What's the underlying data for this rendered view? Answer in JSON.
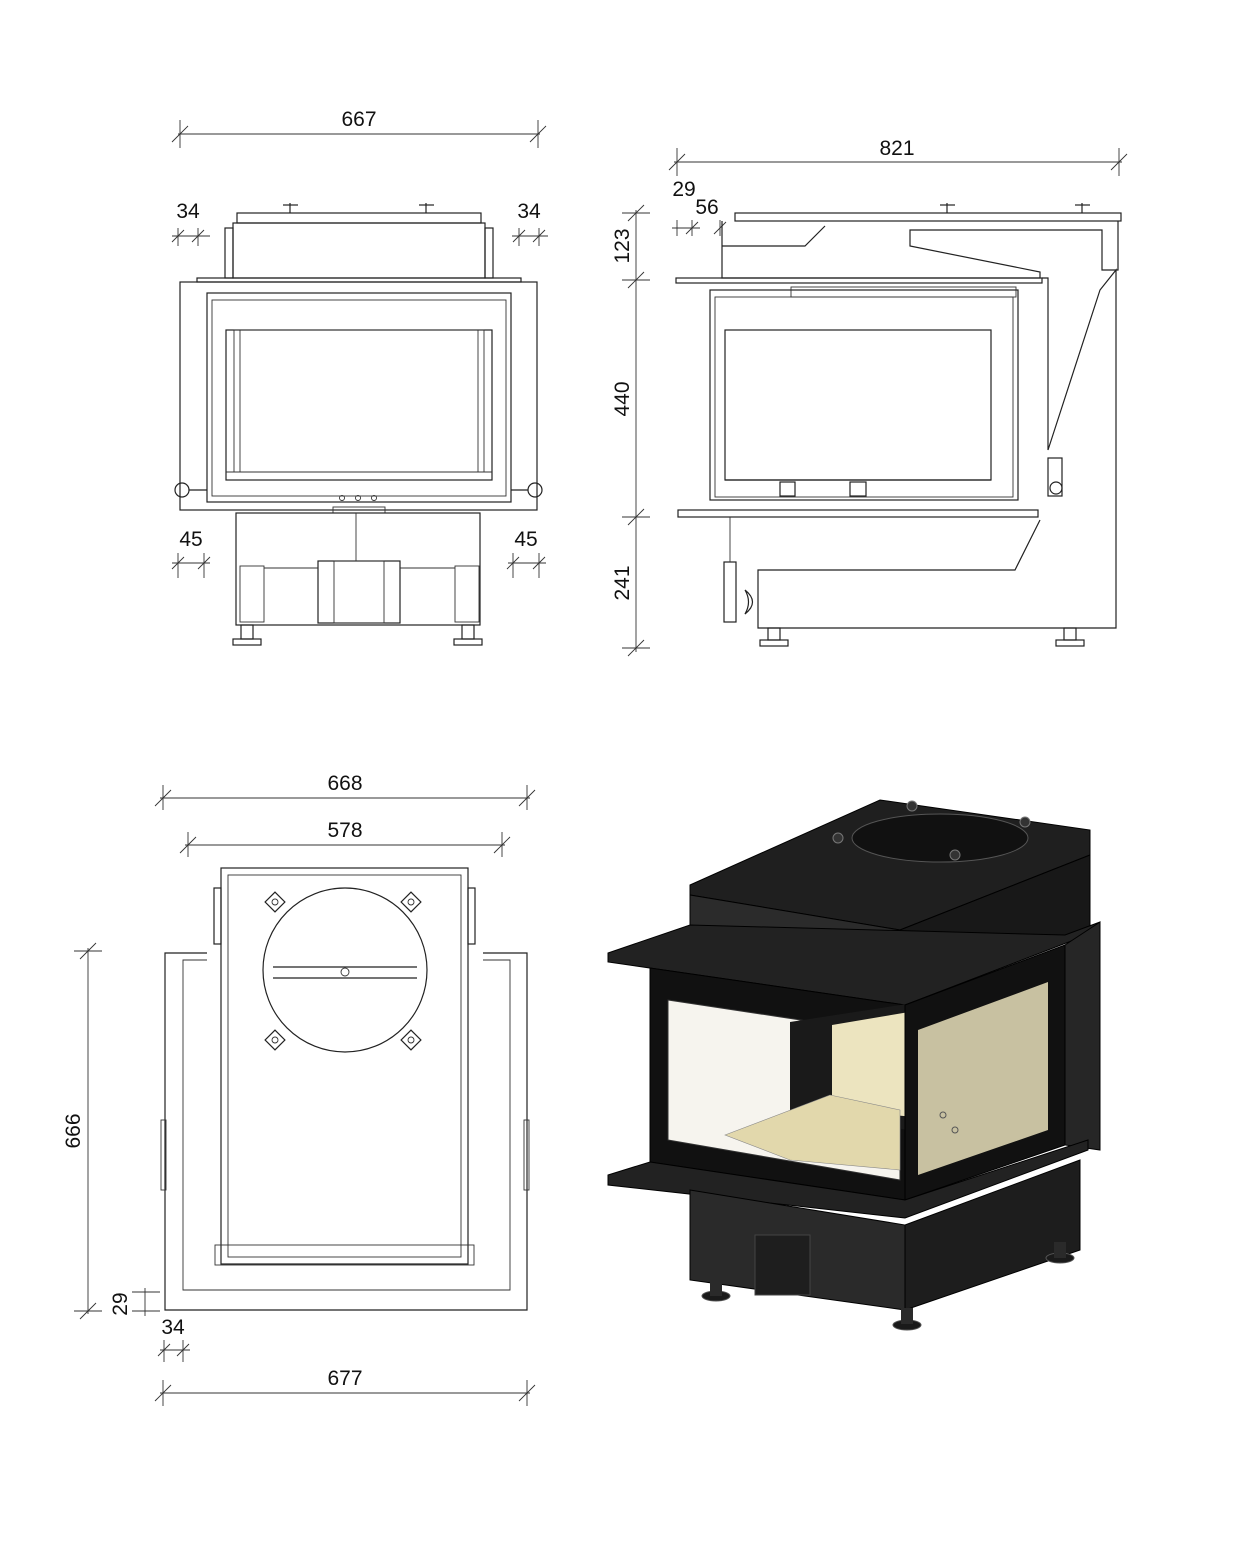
{
  "drawing": {
    "front_view": {
      "overall_width": "667",
      "top_left_offset": "34",
      "top_right_offset": "34",
      "bottom_left_offset": "45",
      "bottom_right_offset": "45"
    },
    "side_view": {
      "overall_depth": "821",
      "offset_a": "29",
      "offset_b": "56",
      "top_section_height": "123",
      "door_section_height": "440",
      "base_section_height": "241"
    },
    "plan_view": {
      "outer_width_top": "668",
      "inner_width_top": "578",
      "depth": "666",
      "corner_height": "29",
      "corner_width": "34",
      "outer_width_bottom": "677"
    }
  },
  "colors": {
    "line": "#222222",
    "body_dark": "#1c1c1c",
    "glass_warm": "#eee6c4",
    "firebrick": "#ddd0a0"
  },
  "render": {
    "type": "3d-view",
    "description_icon": "fireplace-insert-render"
  }
}
